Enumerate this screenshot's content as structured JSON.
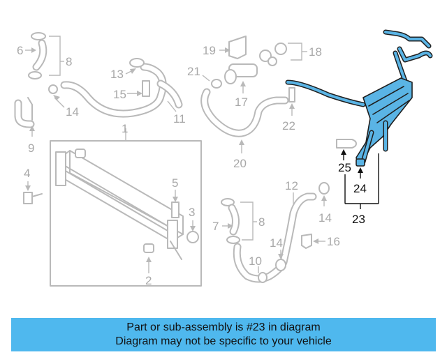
{
  "diagram": {
    "labels": {
      "l1": "1",
      "l2": "2",
      "l3": "3",
      "l4": "4",
      "l5": "5",
      "l6": "6",
      "l7": "7",
      "l8a": "8",
      "l8b": "8",
      "l9": "9",
      "l10": "10",
      "l11": "11",
      "l12": "12",
      "l13": "13",
      "l14a": "14",
      "l14b": "14",
      "l14c": "14",
      "l15": "15",
      "l16": "16",
      "l17": "17",
      "l18": "18",
      "l19": "19",
      "l20": "20",
      "l21": "21",
      "l22": "22",
      "l23": "23",
      "l24": "24",
      "l25": "25"
    },
    "highlight_color": "#5ab4e5",
    "part_color": "#b9b9b9"
  },
  "banner": {
    "line1": "Part or sub-assembly is #23 in diagram",
    "line2": "Diagram may not be specific to your vehicle",
    "color": "#4fb8ee"
  }
}
